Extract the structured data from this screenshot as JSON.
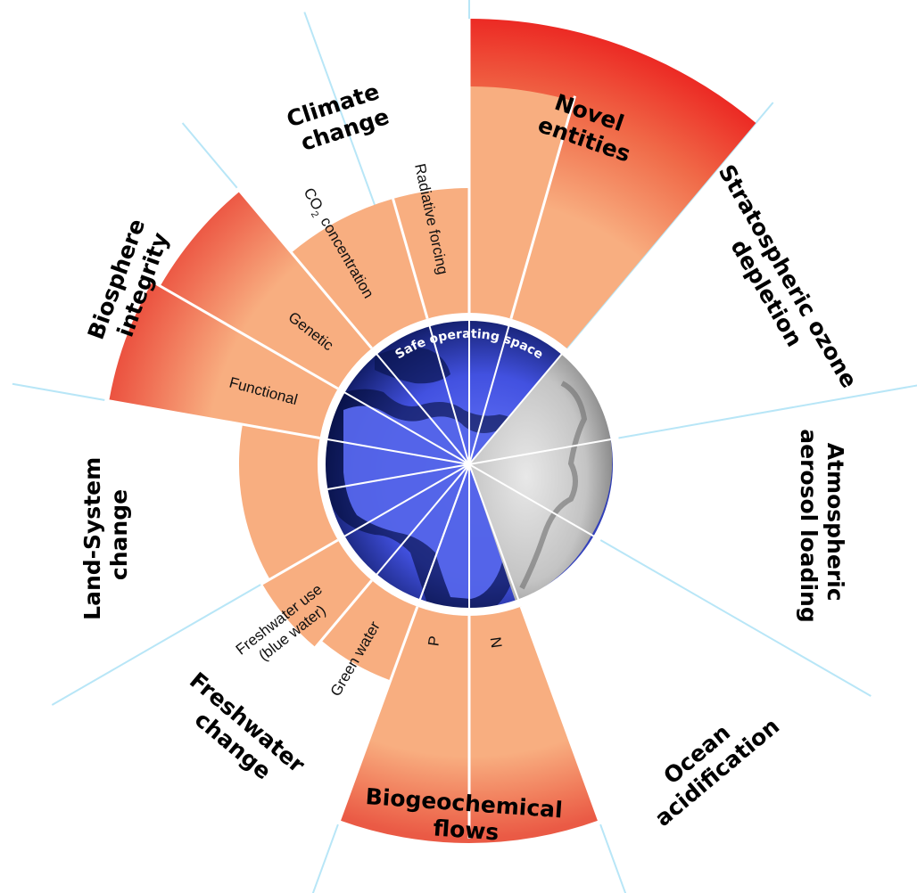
{
  "center_label": "Safe operating space",
  "boundaries": [
    {
      "key": "novel",
      "label_lines": [
        "Novel",
        "entities"
      ],
      "level": "extreme"
    },
    {
      "key": "ozone",
      "label_lines": [
        "Stratospheric ozone",
        "depletion"
      ],
      "level": "none"
    },
    {
      "key": "aerosol",
      "label_lines": [
        "Atmospheric",
        "aerosol loading"
      ],
      "level": "none"
    },
    {
      "key": "ocean",
      "label_lines": [
        "Ocean",
        "acidification"
      ],
      "level": "none"
    },
    {
      "key": "biogeo",
      "label_lines": [
        "Biogeochemical",
        "flows"
      ],
      "level": "high",
      "sub": [
        "P",
        "N"
      ]
    },
    {
      "key": "freshwater",
      "label_lines": [
        "Freshwater",
        "change"
      ],
      "level": "moderate",
      "sub": [
        "Green water",
        "Freshwater use",
        "(blue water)"
      ]
    },
    {
      "key": "land",
      "label_lines": [
        "Land-System",
        "change"
      ],
      "level": "moderate"
    },
    {
      "key": "biosphere",
      "label_lines": [
        "Biosphere",
        "integrity"
      ],
      "level": "high",
      "sub": [
        "Functional",
        "Genetic"
      ]
    },
    {
      "key": "climate",
      "label_lines": [
        "Climate",
        "change"
      ],
      "level": "moderate",
      "sub": [
        "CO",
        "2",
        "concentration",
        "Radiative forcing"
      ]
    }
  ],
  "colors": {
    "peach": "#f8ae80",
    "red": "#ec3329",
    "ring": "#ffffff",
    "globe_dark": "#0a1550",
    "globe_light": "#6a78ff",
    "grey": "#bdbdbd",
    "divider": "#b8e6f7"
  }
}
